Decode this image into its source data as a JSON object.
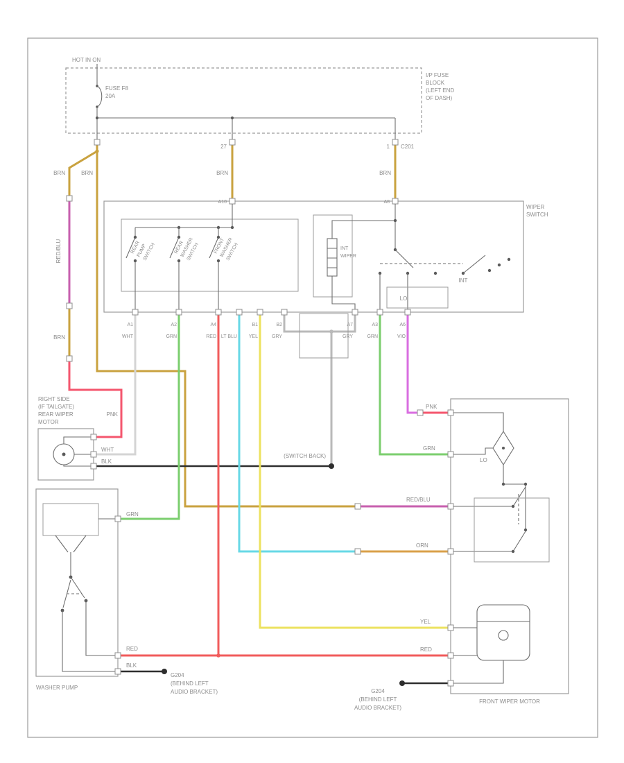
{
  "header": {
    "hot": "HOT IN ON",
    "fuse_name": "FUSE F8",
    "fuse_amp": "20A",
    "block_lines": [
      "I/P FUSE",
      "BLOCK",
      "(LEFT END",
      "OF DASH)"
    ],
    "cavity_mid": "27",
    "cavity_right": "1",
    "connector_right": "C201"
  },
  "labels": {
    "brn": "BRN",
    "redblu": "RED/BLU",
    "pnk": "PNK",
    "wht": "WHT",
    "blk": "BLK",
    "grn": "GRN",
    "red": "RED",
    "orn": "ORN",
    "yel": "YEL",
    "switch_back": "(SWITCH BACK)"
  },
  "switch": {
    "title_lines": [
      "WIPER",
      "SWITCH"
    ],
    "sw_rear_pump": [
      "REAR",
      "PUMP",
      "SWITCH"
    ],
    "sw_rear_washer": [
      "REAR",
      "WASHER",
      "SWITCH"
    ],
    "sw_front_washer": [
      "FRONT",
      "WASHER",
      "SWITCH"
    ],
    "int_lines": [
      "INT",
      "WIPER"
    ],
    "pos_lo": "LO",
    "pos_int": "INT",
    "pin_top_mid": "A10",
    "pin_top_right": "A8",
    "pins": [
      {
        "id": "A1",
        "color": "WHT"
      },
      {
        "id": "A2",
        "color": "GRN"
      },
      {
        "id": "A4",
        "color": "RED"
      },
      {
        "id": "",
        "color": "LT BLU"
      },
      {
        "id": "B1",
        "color": "YEL"
      },
      {
        "id": "B2",
        "color": "GRY"
      },
      {
        "id": "A7",
        "color": "GRY"
      },
      {
        "id": "A3",
        "color": "GRN"
      },
      {
        "id": "A6",
        "color": "VIO"
      }
    ]
  },
  "rear_motor": {
    "label_lines": [
      "RIGHT SIDE",
      "(IF TAILGATE)",
      "REAR WIPER",
      "MOTOR"
    ]
  },
  "washer_pump": {
    "label": "WASHER PUMP"
  },
  "front_motor": {
    "label": "FRONT WIPER MOTOR",
    "pos_lo": "LO"
  },
  "ground": {
    "name": "G204",
    "loc_line1": "(BEHIND LEFT",
    "loc_line2": "AUDIO BRACKET)"
  },
  "colors": {
    "brn": "#c9a23f",
    "red": "#f15b5b",
    "pnk": "#f4566e",
    "grn": "#7bce6e",
    "lt_blu": "#67d8e6",
    "yel": "#ece25f",
    "gry": "#b9b9b9",
    "wht": "#d4d4d4",
    "vio": "#d96ee0",
    "red_blu": "#c75fae",
    "orn": "#d9a04a",
    "blk": "#2e2e2e"
  }
}
